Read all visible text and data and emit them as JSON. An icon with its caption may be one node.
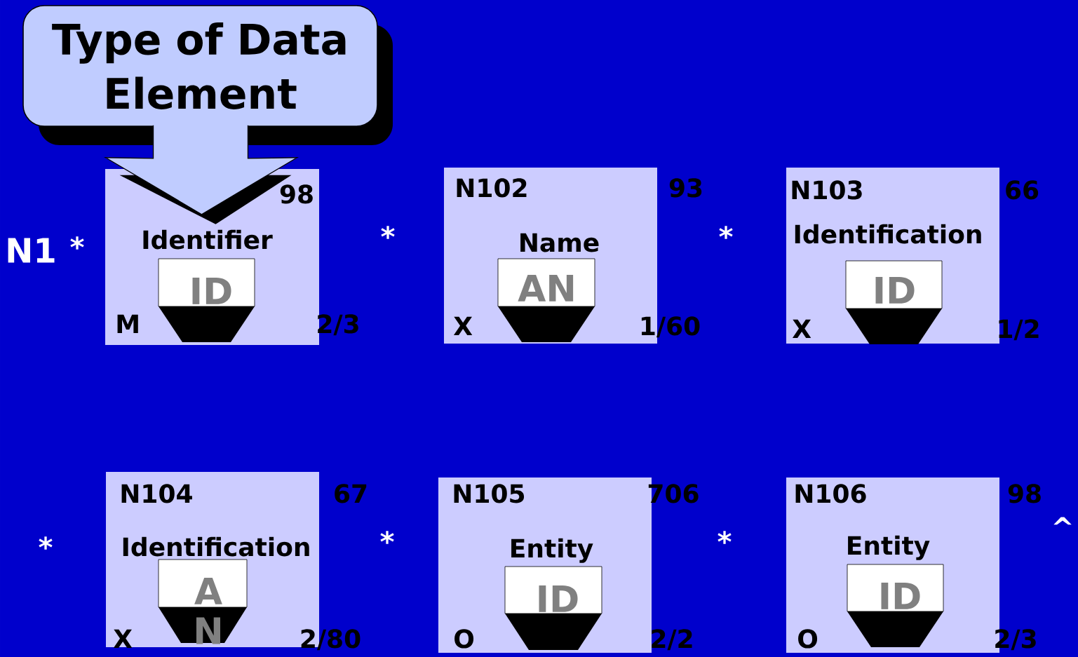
{
  "diagram": {
    "nodes": [
      {
        "text": [
          "Type of Data Element"
        ]
      },
      {
        "text": [
          "Identifier",
          "M"
        ],
        "beside": [
          "98",
          "2/3"
        ]
      },
      {
        "text": [
          "N102",
          "Name",
          "X"
        ],
        "beside": [
          "93",
          "1/60"
        ]
      },
      {
        "text": [
          "N103",
          "Identification",
          "X"
        ],
        "beside": [
          "66",
          "1/2"
        ]
      },
      {
        "text": [
          "N104",
          "Identification",
          "X"
        ],
        "beside": [
          "67",
          "2/80"
        ]
      },
      {
        "text": [
          "N105",
          "Entity",
          "O"
        ],
        "beside": [
          "706",
          "2/2"
        ]
      },
      {
        "text": [
          "N106",
          "Entity",
          "O"
        ],
        "beside": [
          "98",
          "2/3"
        ]
      },
      {
        "text": [
          "ID"
        ],
        "in": 1
      },
      {
        "text": [
          "AN"
        ],
        "in": 2
      },
      {
        "text": [
          "ID"
        ],
        "in": 3
      },
      {
        "text": [
          "A N"
        ],
        "in": 4
      },
      {
        "text": [
          "ID"
        ],
        "in": 5
      },
      {
        "text": [
          "ID"
        ],
        "in": 6
      }
    ],
    "edges": [
      {
        "from": 0,
        "to": 1,
        "arrow": "to"
      }
    ],
    "labels": [
      "N1",
      "*",
      "*",
      "*",
      "*",
      "*",
      "*",
      "^"
    ]
  }
}
